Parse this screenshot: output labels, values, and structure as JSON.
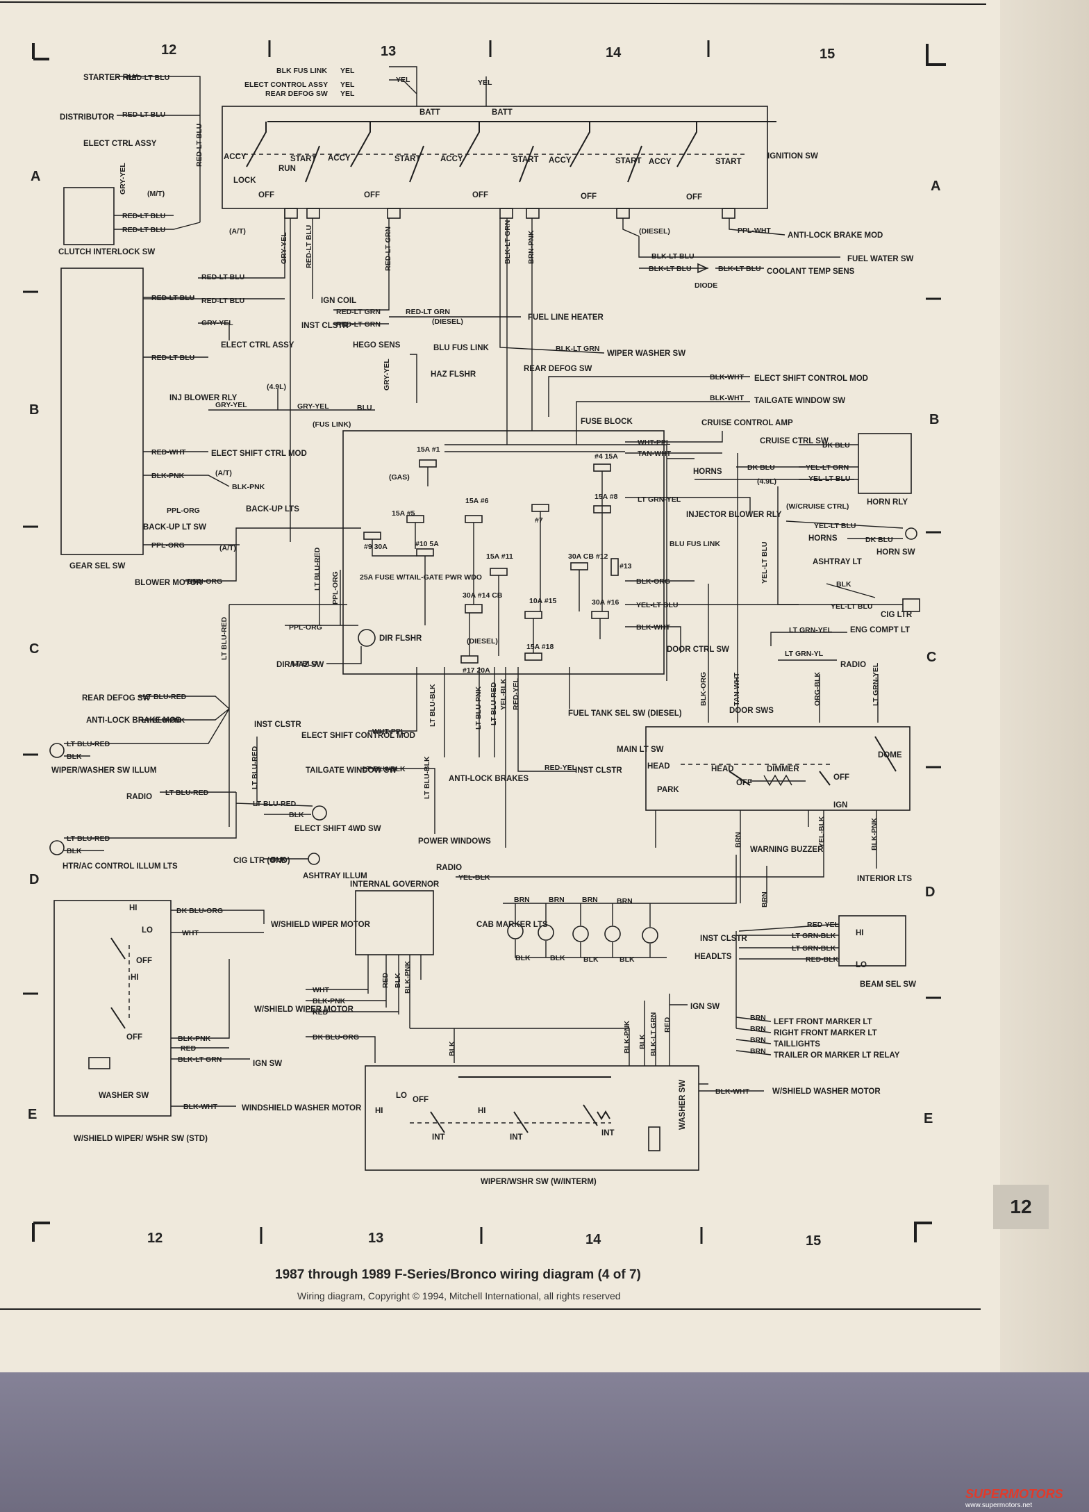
{
  "page": {
    "caption": "1987 through 1989 F-Series/Bronco wiring diagram (4 of 7)",
    "copyright": "Wiring diagram, Copyright © 1994, Mitchell International, all rights reserved",
    "page_tab": "12",
    "watermark_logo": "SUPERMOTORS",
    "watermark_url": "www.supermotors.net"
  },
  "grid": {
    "columns_top": [
      "12",
      "13",
      "14",
      "15"
    ],
    "columns_bottom": [
      "12",
      "13",
      "14",
      "15"
    ],
    "rows_left": [
      "A",
      "B",
      "C",
      "D",
      "E"
    ],
    "rows_right": [
      "A",
      "B",
      "C",
      "D",
      "E"
    ]
  },
  "components": {
    "starter_rly": "STARTER RLY",
    "distributor": "DISTRIBUTOR",
    "elect_ctrl_assy": "ELECT CTRL ASSY",
    "clutch_interlock": "CLUTCH INTERLOCK SW",
    "elect_ctrl_assy2": "ELECT CTRL ASSY",
    "inj_blower_rly": "INJ BLOWER RLY",
    "elect_shift_ctrl_mod": "ELECT SHIFT CTRL MOD",
    "back_up_lts": "BACK-UP LTS",
    "back_up_lt_sw": "BACK-UP LT SW",
    "gear_sel_sw": "GEAR SEL SW",
    "blower_motor": "BLOWER MOTOR",
    "blk_fus_link": "BLK FUS LINK",
    "elect_control_assy": "ELECT CONTROL ASSY",
    "rear_defog_sw_top": "REAR DEFOG SW",
    "ignition_sw": "IGNITION SW",
    "anti_lock_brake_mod_top": "ANTI-LOCK BRAKE MOD",
    "fuel_water_sw": "FUEL WATER SW",
    "coolant_temp_sens": "COOLANT TEMP SENS",
    "diode": "DIODE",
    "ign_coil": "IGN COIL",
    "inst_clstr_top": "INST CLSTR",
    "fuel_line_heater": "FUEL LINE HEATER",
    "hego_sens": "HEGO SENS",
    "blu_fus_link": "BLU FUS LINK",
    "wiper_washer_sw_top": "WIPER WASHER SW",
    "haz_flshr": "HAZ FLSHR",
    "rear_defog_sw_mid": "REAR DEFOG SW",
    "elect_shift_control_mod": "ELECT SHIFT CONTROL MOD",
    "tailgate_window_sw_top": "TAILGATE WINDOW SW",
    "fuse_block": "FUSE BLOCK",
    "cruise_control_amp": "CRUISE CONTROL AMP",
    "cruise_ctrl_sw": "CRUISE CTRL SW",
    "horns": "HORNS",
    "horn_rly": "HORN RLY",
    "injector_blower_rly": "INJECTOR BLOWER RLY",
    "horns2": "HORNS",
    "horn_sw": "HORN SW",
    "ashtray_lt": "ASHTRAY LT",
    "cig_ltr": "CIG LTR",
    "fuse_25a": "25A FUSE W/TAIL-GATE PWR WDO",
    "dir_flshr": "DIR FLSHR",
    "dir_haz_sw": "DIR/HAZ SW",
    "door_ctrl_sw": "DOOR CTRL SW",
    "eng_compt_lt": "ENG COMPT LT",
    "radio_right": "RADIO",
    "door_sws": "DOOR SWS",
    "fuel_tank_sel_sw": "FUEL TANK SEL SW (DIESEL)",
    "rear_defog_sw_left": "REAR DEFOG SW",
    "anti_lock_brake_mod_left": "ANTI-LOCK BRAKE MOD",
    "wiper_washer_sw_illum": "WIPER/WASHER SW ILLUM",
    "inst_clstr_left": "INST CLSTR",
    "elect_shift_control_mod2": "ELECT SHIFT CONTROL MOD",
    "tailgate_window_sw2": "TAILGATE WINDOW SW",
    "anti_lock_brakes": "ANTI-LOCK BRAKES",
    "inst_clstr_mid": "INST CLSTR",
    "main_lt_sw": "MAIN LT SW",
    "radio_left": "RADIO",
    "elect_shift_4wd_sw": "ELECT SHIFT 4WD SW",
    "power_windows": "POWER WINDOWS",
    "htr_ac_control_illum": "HTR/AC CONTROL ILLUM LTS",
    "cig_ltr_gnd": "CIG LTR (GND)",
    "ashtray_illum": "ASHTRAY ILLUM",
    "warning_buzzer": "WARNING BUZZER",
    "interior_lts": "INTERIOR LTS",
    "radio_mid": "RADIO",
    "internal_governor": "INTERNAL GOVERNOR",
    "cab_marker_lts": "CAB MARKER LTS",
    "inst_clstr_right": "INST CLSTR",
    "headlts": "HEADLTS",
    "beam_sel_sw": "BEAM SEL SW",
    "wshield_wiper_motor_top": "W/SHIELD WIPER MOTOR",
    "wshield_wiper_motor_mid": "W/SHIELD WIPER MOTOR",
    "ign_sw_mid": "IGN SW",
    "left_front_marker": "LEFT FRONT MARKER LT",
    "right_front_marker": "RIGHT FRONT MARKER LT",
    "taillights": "TAILLIGHTS",
    "trailer_marker": "TRAILER OR MARKER LT RELAY",
    "washer_sw": "WASHER SW",
    "windshield_washer_motor_left": "WINDSHIELD WASHER MOTOR",
    "ign_sw_left": "IGN SW",
    "wshield_washer_motor_right": "W/SHIELD WASHER MOTOR",
    "wiper_wshr_sw_std": "W/SHIELD WIPER/ W5HR SW (STD)",
    "wiper_wshr_sw_interm": "WIPER/WSHR SW (W/INTERM)"
  },
  "wires": {
    "red_lt_blu": "RED-LT BLU",
    "gry_yel": "GRY-YEL",
    "red_wht": "RED-WHT",
    "blk_pnk": "BLK-PNK",
    "ppl_org": "PPL-ORG",
    "brn_org": "BRN-ORG",
    "yel": "YEL",
    "red_lt_grn": "RED-LT GRN",
    "blk_lt_grn": "BLK-LT GRN",
    "brn_pnk": "BRN-PNK",
    "ppl_wht": "PPL-WHT",
    "blk_lt_blu": "BLK-LT BLU",
    "blu": "BLU",
    "blk_wht": "BLK-WHT",
    "wht_ppl": "WHT-PPL",
    "tan_wht": "TAN-WHT",
    "dk_blu": "DK BLU",
    "yel_lt_grn": "YEL-LT GRN",
    "lt_grn_yel": "LT GRN-YEL",
    "yel_lt_blu": "YEL-LT BLU",
    "blk_org": "BLK-ORG",
    "lt_blu_red": "LT BLU-RED",
    "lt_blu_pnk": "LT BLU-PNK",
    "lt_blu_blk": "LT BLU-BLK",
    "lt_blu": "LT BLU",
    "org_blk": "ORG-BLK",
    "lt_grn_yl": "LT GRN-YL",
    "red_yel": "RED-YEL",
    "blk": "BLK",
    "brn": "BRN",
    "red": "RED",
    "wht": "WHT",
    "dk_blu_org": "DK BLU-ORG",
    "red_blk": "RED-BLK",
    "lt_grn_blk": "LT GRN-BLK",
    "yel_blk": "YEL-BLK",
    "ppl_org2": "PPL-ORG"
  },
  "notes": {
    "mt": "(M/T)",
    "at": "(A/T)",
    "diesel": "(DIESEL)",
    "gas": "(GAS)",
    "l49": "(4.9L)",
    "fus_link": "(FUS LINK)",
    "w_cruise": "(W/CRUISE CTRL)"
  },
  "fuses": {
    "f1": "15A #1",
    "f4": "#4 15A",
    "f5": "15A #5",
    "f6": "15A #6",
    "f7": "#7",
    "f8": "15A #8",
    "f9": "#9 30A",
    "f10": "#10 5A",
    "f11": "15A #11",
    "f12": "30A CB #12",
    "f13": "#13",
    "f14": "30A #14 CB",
    "f15": "10A #15",
    "f16": "30A #16",
    "f17": "#17 20A",
    "f18": "15A #18"
  },
  "switch_positions": {
    "accy": "ACCY",
    "lock": "LOCK",
    "off": "OFF",
    "run": "RUN",
    "start": "START",
    "batt": "BATT",
    "hi": "HI",
    "lo": "LO",
    "int": "INT",
    "head": "HEAD",
    "park": "PARK",
    "dimmer": "DIMMER",
    "dome": "DOME",
    "ign": "IGN"
  }
}
